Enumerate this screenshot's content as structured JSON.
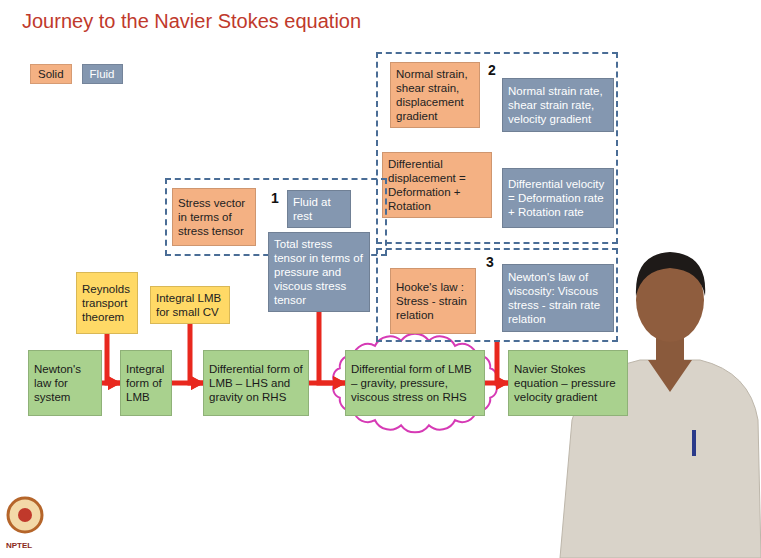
{
  "diagram": {
    "title": "Journey to the Navier Stokes equation",
    "nodes": [
      {
        "text": [
          "2"
        ]
      },
      {
        "text": [
          "Normal strain, shear strain, displacement gradient"
        ],
        "in": 0
      },
      {
        "text": [
          "Normal strain rate, shear strain rate, velocity gradient"
        ],
        "in": 0
      },
      {
        "text": [
          "Differential displacement = Deformation + Rotation"
        ],
        "in": 0
      },
      {
        "text": [
          "Differential velocity = Deformation rate + Rotation rate"
        ],
        "in": 0
      },
      {
        "text": [
          "1"
        ]
      },
      {
        "text": [
          "Stress vector in terms of stress tensor"
        ],
        "in": 5
      },
      {
        "text": [
          "Fluid at rest"
        ],
        "in": 5
      },
      {
        "text": [
          "Total stress tensor in terms of pressure and viscous stress tensor"
        ]
      },
      {
        "text": [
          "3"
        ]
      },
      {
        "text": [
          "Hooke's law : Stress - strain relation"
        ],
        "in": 9
      },
      {
        "text": [
          "Newton's law of viscosity: Viscous stress - strain rate relation"
        ],
        "in": 9
      },
      {
        "text": [
          "Reynolds transport theorem"
        ]
      },
      {
        "text": [
          "Integral LMB for small CV"
        ]
      },
      {
        "text": [
          "Newton's law for system"
        ]
      },
      {
        "text": [
          "Integral form of LMB"
        ]
      },
      {
        "text": [
          "Differential form of LMB – LHS and gravity on RHS"
        ]
      },
      {
        "text": [
          "Differential form of LMB – gravity, pressure, viscous stress on RHS"
        ]
      },
      {
        "text": [
          "Navier Stokes equation – pressure velocity gradient"
        ]
      }
    ],
    "edges": [
      {
        "from": 14,
        "to": 15,
        "arrow": "to"
      },
      {
        "from": 15,
        "to": 16,
        "arrow": "to"
      },
      {
        "from": 16,
        "to": 17,
        "arrow": "to"
      },
      {
        "from": 17,
        "to": 18,
        "arrow": "to"
      },
      {
        "from": 12,
        "to": 15,
        "arrow": "to"
      },
      {
        "from": 13,
        "to": 16,
        "arrow": "to"
      },
      {
        "from": 8,
        "to": 17,
        "arrow": "to"
      },
      {
        "from": 9,
        "to": 18,
        "arrow": "to"
      }
    ],
    "labels": [
      "NPTEL"
    ],
    "legend": [
      {
        "text": "Solid",
        "color": "#f4b183"
      },
      {
        "text": "Fluid",
        "color": "#8497b0"
      }
    ]
  }
}
